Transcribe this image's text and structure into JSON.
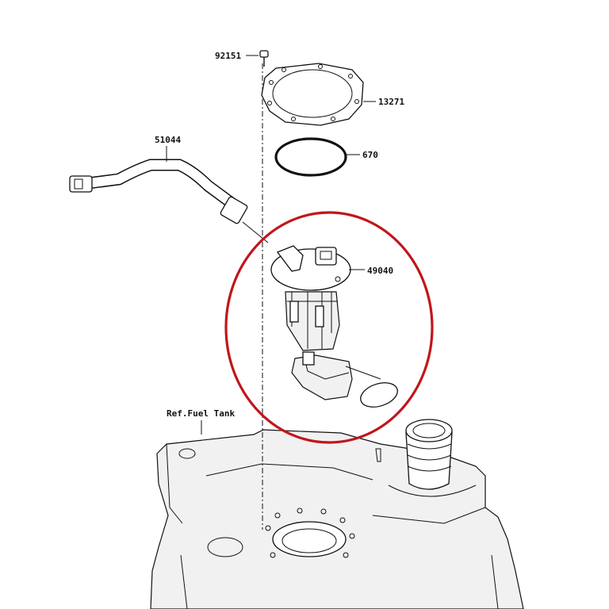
{
  "parts": {
    "bolt": "92151",
    "gasket": "13271",
    "oring": "670",
    "hose": "51044",
    "pump": "49040",
    "tank_ref": "Ref.Fuel Tank"
  },
  "colors": {
    "highlight": "#c0161b",
    "line": "#111111"
  }
}
